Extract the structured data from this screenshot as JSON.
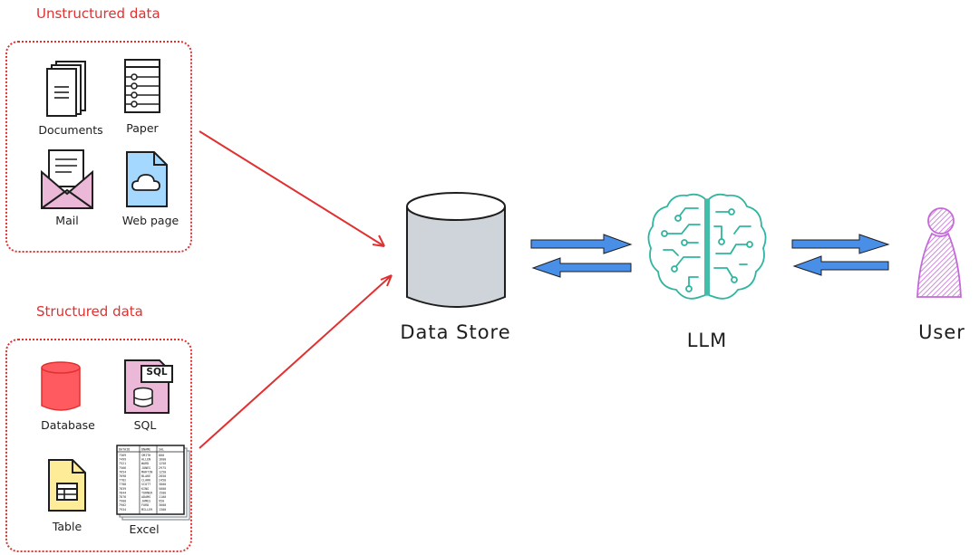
{
  "unstructured": {
    "title": "Unstructured data",
    "items": [
      {
        "label": "Documents",
        "icon": "documents-icon"
      },
      {
        "label": "Paper",
        "icon": "paper-icon"
      },
      {
        "label": "Mail",
        "icon": "mail-icon"
      },
      {
        "label": "Web page",
        "icon": "web-page-icon"
      }
    ]
  },
  "structured": {
    "title": "Structured data",
    "items": [
      {
        "label": "Database",
        "icon": "database-icon"
      },
      {
        "label": "SQL",
        "icon": "sql-icon",
        "badge": "SQL"
      },
      {
        "label": "Table",
        "icon": "table-icon"
      },
      {
        "label": "Excel",
        "icon": "excel-icon"
      }
    ]
  },
  "excel_sheet": {
    "headers": [
      "DATAID",
      "DNAME",
      "SAL"
    ],
    "rows": [
      [
        "7369",
        "SMITH",
        "800"
      ],
      [
        "7499",
        "ALLEN",
        "1600"
      ],
      [
        "7521",
        "WARD",
        "1250"
      ],
      [
        "7566",
        "JONES",
        "2975"
      ],
      [
        "7654",
        "MARTIN",
        "1250"
      ],
      [
        "7698",
        "BLAKE",
        "2850"
      ],
      [
        "7782",
        "CLARK",
        "2450"
      ],
      [
        "7788",
        "SCOTT",
        "3000"
      ],
      [
        "7839",
        "KING",
        "5000"
      ],
      [
        "7844",
        "TURNER",
        "1500"
      ],
      [
        "7876",
        "ADAMS",
        "1100"
      ],
      [
        "7900",
        "JAMES",
        "950"
      ],
      [
        "7902",
        "FORD",
        "3000"
      ],
      [
        "7934",
        "MILLER",
        "1300"
      ]
    ]
  },
  "nodes": {
    "data_store": "Data Store",
    "llm": "LLM",
    "user": "User"
  },
  "colors": {
    "group_red": "#e03131",
    "arrow_blue": "#4a8fe7",
    "llm_teal": "#2fb5a0",
    "user_purple": "#c46ad8",
    "database_red": "#ff5a5f",
    "mail_pink": "#ecb8d8",
    "web_blue": "#a5d8ff",
    "table_yellow": "#ffec99",
    "cylinder_gray": "#ced4da"
  }
}
